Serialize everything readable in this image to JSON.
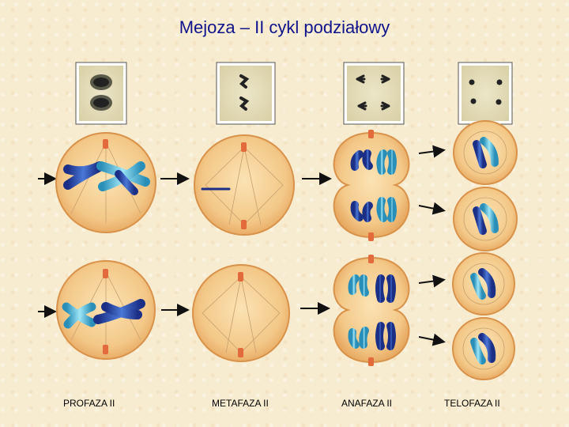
{
  "title": "Mejoza – II cykl podziałowy",
  "stages": [
    {
      "label": "PROFAZA II"
    },
    {
      "label": "METAFAZA II"
    },
    {
      "label": "ANAFAZA II"
    },
    {
      "label": "TELOFAZA II"
    }
  ],
  "colors": {
    "background": "#f8ecd0",
    "cell_fill": "#f1c27d",
    "cell_edge": "#d9924a",
    "chromosome_dark": "#2e4fb8",
    "chromosome_light": "#5cc8e6",
    "centriole": "#e36a3a",
    "title": "#10148c"
  }
}
